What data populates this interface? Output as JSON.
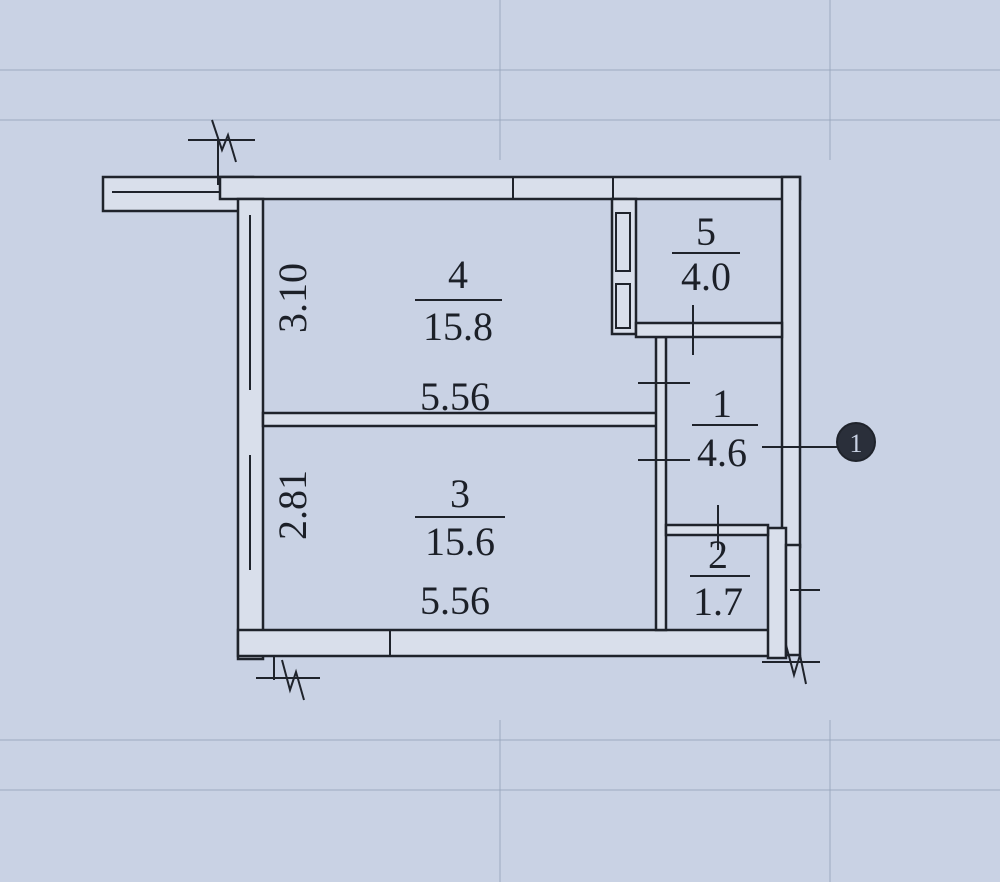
{
  "rooms": [
    {
      "number": "4",
      "area": "15.8"
    },
    {
      "number": "5",
      "area": "4.0"
    },
    {
      "number": "1",
      "area": "4.6"
    },
    {
      "number": "3",
      "area": "15.6"
    },
    {
      "number": "2",
      "area": "1.7"
    }
  ],
  "dimensions": {
    "room4_height": "3.10",
    "room4_width": "5.56",
    "room3_height": "2.81",
    "room3_width": "5.56"
  },
  "entrance_mark": "1",
  "colors": {
    "background": "#c9d2e4",
    "ink": "#1f232b"
  }
}
